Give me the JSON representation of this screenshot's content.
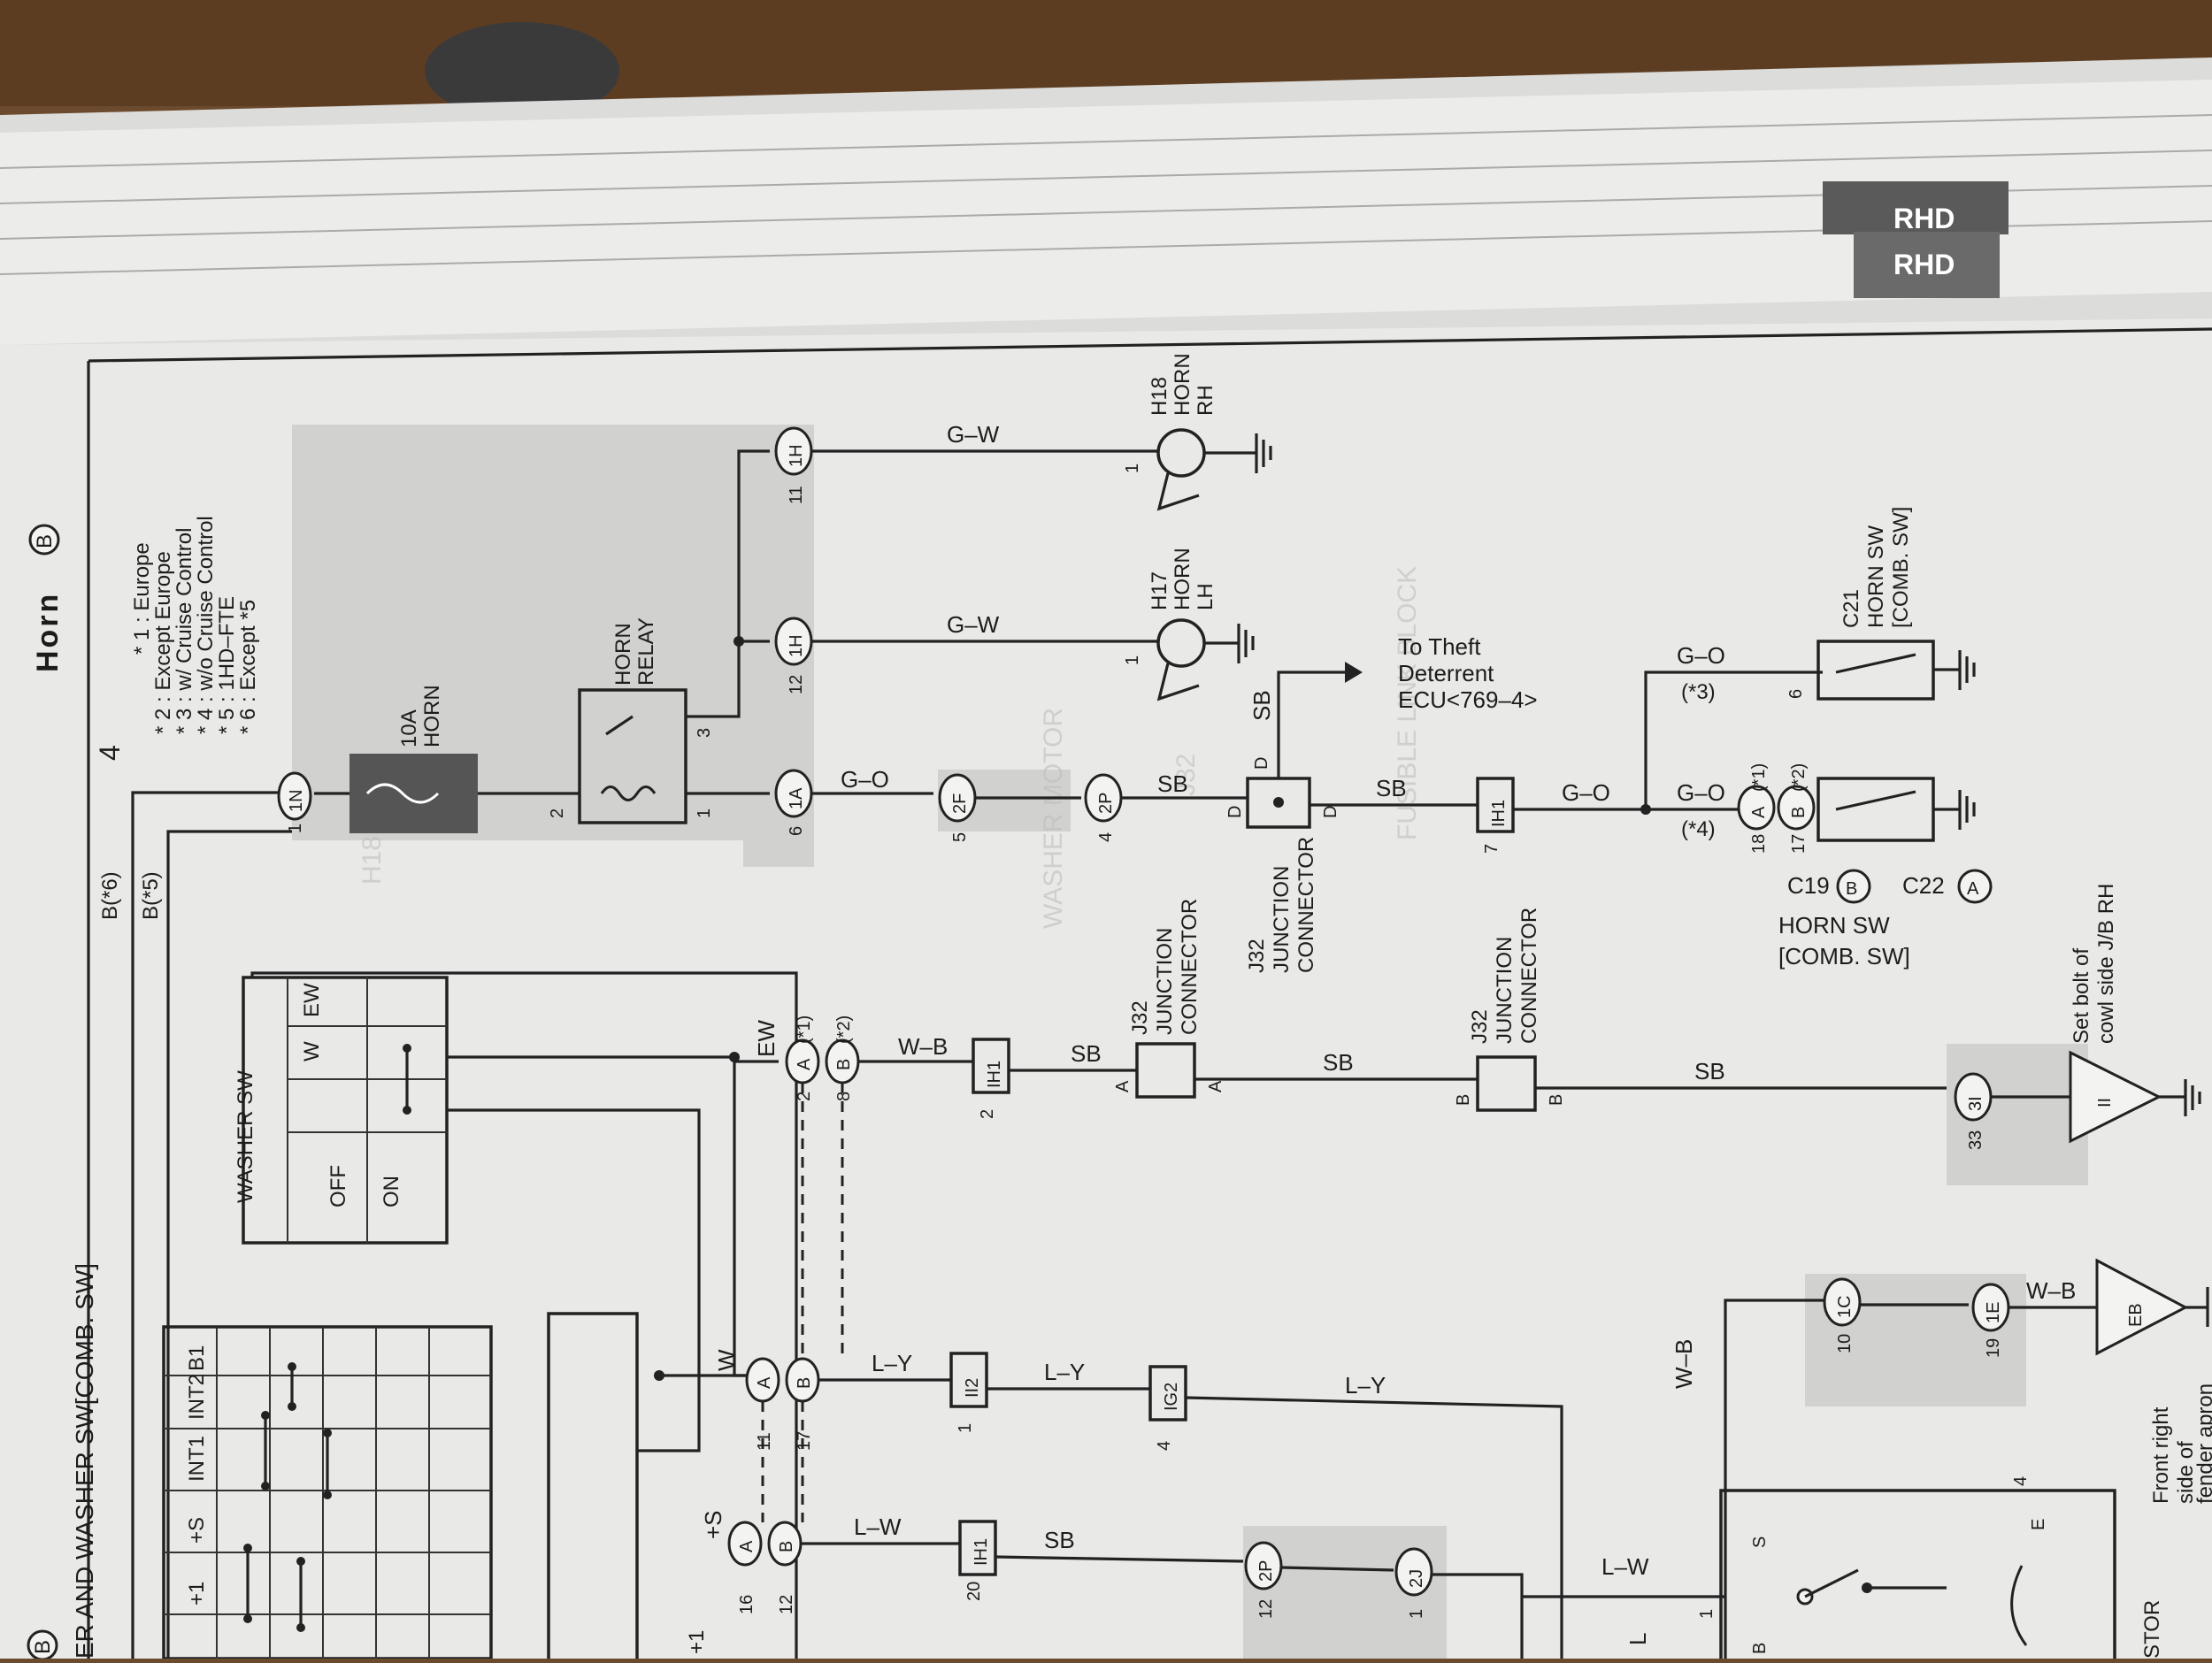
{
  "tabs": {
    "tab1": "RHD",
    "tab2": "RHD"
  },
  "header": {
    "title": "Horn",
    "title_suffix": "B",
    "section_number": "4",
    "side_label": "ER AND WASHER SW[COMB. SW]",
    "side_marker": "B"
  },
  "notes": [
    "* 1 : Europe",
    "* 2 : Except Europe",
    "* 3 : w/ Cruise Control",
    "* 4 : w/o Cruise Control",
    "* 5 : 1HD–FTE",
    "* 6 : Except *5"
  ],
  "feed": {
    "b6": "B(*6)",
    "b5": "B(*5)",
    "pin": "1",
    "conn": "1N"
  },
  "fuse": {
    "amp": "10A",
    "name": "HORN"
  },
  "relay": {
    "name1": "HORN",
    "name2": "RELAY",
    "pin2": "2",
    "pin3": "3",
    "pin1": "1"
  },
  "conns": {
    "c1a": "1A",
    "c1a_pin": "6",
    "c1h_lh": "1H",
    "c1h_lh_pin": "12",
    "c1h_rh": "1H",
    "c1h_rh_pin": "11",
    "c2f": "2F",
    "c2f_pin": "5",
    "c2p": "2P",
    "c2p_pin": "4",
    "ih1": "IH1",
    "ih1_pin": "7",
    "ih1b": "IH1",
    "ih1b_pin": "2",
    "ii2": "II2",
    "ii2_pin": "1",
    "ig2": "IG2",
    "ig2_pin": "4",
    "ih1c": "IH1",
    "ih1c_pin": "20",
    "c2p2": "2P",
    "c2p2_pin": "12",
    "c2j": "2J",
    "c2j_pin": "1",
    "c3i": "3I",
    "c3i_pin": "33",
    "c1c": "1C",
    "c1c_pin": "10",
    "c1e": "1E",
    "c1e_pin": "19"
  },
  "horns": {
    "lh_code": "H17",
    "lh_l1": "HORN",
    "lh_l2": "LH",
    "lh_pin": "1",
    "rh_code": "H18",
    "rh_l1": "HORN",
    "rh_l2": "RH",
    "rh_pin": "1"
  },
  "wires": {
    "gw1": "G–W",
    "gw2": "G–W",
    "go1": "G–O",
    "go2": "G–O",
    "go3": "G–O",
    "go4": "G–O",
    "sb1": "SB",
    "sb2": "SB",
    "sb3": "SB",
    "sb4": "SB",
    "sb5": "SB",
    "sb6": "SB",
    "sb7": "SB",
    "wb1": "W–B",
    "wb2": "W–B",
    "wb3": "W–B",
    "ly1": "L–Y",
    "ly2": "L–Y",
    "ly3": "L–Y",
    "lw1": "L–W",
    "lw2": "L–W",
    "w1": "W",
    "ew": "EW",
    "s_plus": "+S",
    "l": "L"
  },
  "junction": {
    "j32": "J32",
    "l1": "JUNCTION",
    "l2": "CONNECTOR",
    "pin_d": "D",
    "pin_a": "A",
    "pin_b": "B"
  },
  "theft": {
    "l1": "To Theft",
    "l2": "Deterrent",
    "l3": "ECU<769–4>"
  },
  "hornsw": {
    "c21_code": "C21",
    "c21_l1": "HORN SW",
    "c21_l2": "[COMB. SW]",
    "c21_pin": "6",
    "c21_note": "(*3)",
    "pin18": "18",
    "pin17": "17",
    "conn_a": "A",
    "conn_b": "B",
    "note_a": "(*1)",
    "note_b": "(*2)",
    "note4": "(*4)",
    "c19": "C19",
    "c22": "C22",
    "l1": "HORN SW",
    "l2": "[COMB. SW]"
  },
  "washer": {
    "title": "WASHER SW",
    "col_w": "W",
    "col_ew": "EW",
    "row_off": "OFF",
    "row_on": "ON"
  },
  "wiper": {
    "cols": [
      "+1",
      "+S",
      "INT1",
      "INT2",
      "B1"
    ]
  },
  "comb_pins": {
    "p2": "2",
    "p8": "8",
    "p11": "11",
    "p17": "17",
    "p16": "16",
    "p12": "12",
    "a": "A",
    "b": "B",
    "n1": "(*1)",
    "n2": "(*2)"
  },
  "ground": {
    "ii": "II",
    "ii_l1": "Set bolt of",
    "ii_l2": "cowl side J/B RH",
    "eb": "EB",
    "eb_l1": "Front right",
    "eb_l2": "side of",
    "eb_l3": "fender apron"
  },
  "motor": {
    "pin1": "1",
    "pin4": "4",
    "s": "S",
    "e": "E",
    "b": "B",
    "stor": "STOR",
    "plus1": "+1"
  }
}
